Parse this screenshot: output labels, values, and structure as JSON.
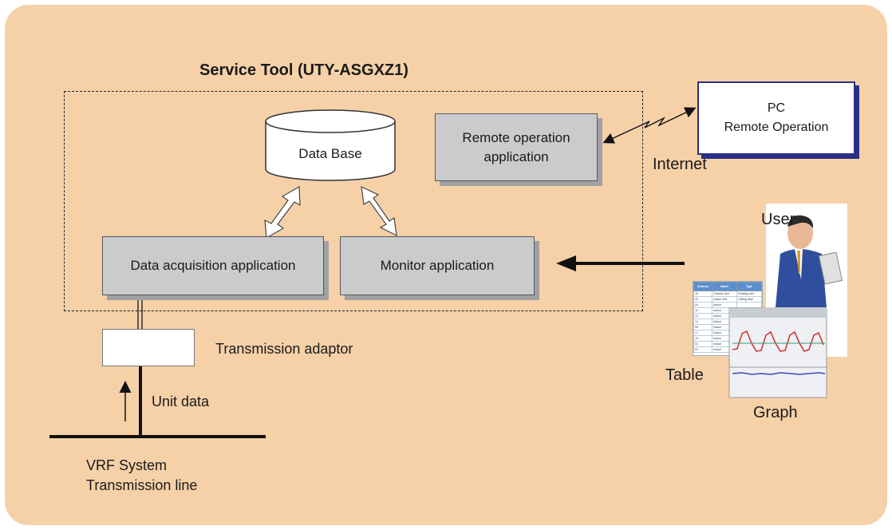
{
  "diagram": {
    "title": "Service Tool (UTY-ASGXZ1)",
    "database": "Data Base",
    "remote_app": [
      "Remote operation",
      "application"
    ],
    "data_acq_app": "Data acquisition application",
    "monitor_app": "Monitor application",
    "pc": [
      "PC",
      "Remote Operation"
    ],
    "internet": "Internet",
    "user": "User",
    "transmission_adaptor": "Transmission adaptor",
    "unit_data": "Unit data",
    "vrf": [
      "VRF System",
      "Transmission line"
    ],
    "table": "Table",
    "graph": "Graph",
    "thumbnail_table": {
      "headers": [
        "Address",
        "Model",
        "Type"
      ],
      "rows": [
        [
          "18",
          "Outdoor Unit",
          "Floating Unit"
        ],
        [
          "20",
          "Indoor Unit",
          "Ceiling Wall"
        ],
        [
          "04",
          "Indoor",
          ""
        ],
        [
          "11",
          "Indoor",
          ""
        ],
        [
          "12",
          "Indoor",
          ""
        ],
        [
          "14",
          "Indoor",
          ""
        ],
        [
          "05",
          "Indoor",
          ""
        ],
        [
          "17",
          "Indoor",
          ""
        ],
        [
          "19",
          "Indoor",
          ""
        ],
        [
          "01",
          "Indoor",
          ""
        ],
        [
          "02",
          "Indoor",
          ""
        ]
      ]
    }
  },
  "colors": {
    "background": "#f6d1a8",
    "box_fill": "#c9cbcd",
    "pc_border": "#2a2f86",
    "graph_red": "#d23a3a",
    "graph_blue": "#3a49b8"
  }
}
